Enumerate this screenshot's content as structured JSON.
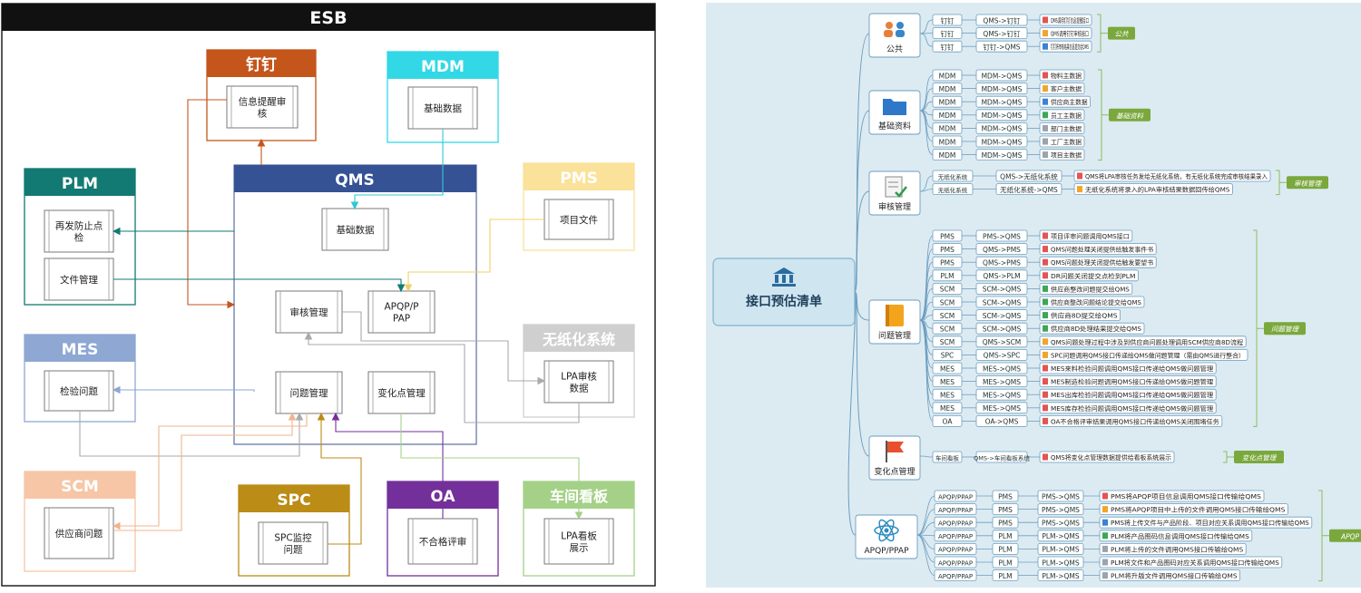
{
  "esb": {
    "title": "ESB",
    "qms": {
      "title": "QMS",
      "modules": [
        "基础数据",
        "审核管理",
        "APQP/PPAP",
        "问题管理",
        "变化点管理"
      ]
    },
    "systems": [
      {
        "id": "dingding",
        "title": "钉钉",
        "color": "#c4561c",
        "tint": "#fbe7da",
        "modules": [
          "信息提醒审核"
        ]
      },
      {
        "id": "mdm",
        "title": "MDM",
        "color": "#33d8e6",
        "tint": "#dcf7f9",
        "modules": [
          "基础数据"
        ]
      },
      {
        "id": "plm",
        "title": "PLM",
        "color": "#127a72",
        "tint": "#d6ece8",
        "modules": [
          "再发防止点检",
          "文件管理"
        ]
      },
      {
        "id": "pms",
        "title": "PMS",
        "color": "#fbe29a",
        "tint": "#fef6dd",
        "modules": [
          "项目文件"
        ]
      },
      {
        "id": "mes",
        "title": "MES",
        "color": "#8ea7d3",
        "tint": "#e6ecf6",
        "modules": [
          "检验问题"
        ]
      },
      {
        "id": "paperless",
        "title": "无纸化系统",
        "color": "#cfcfcf",
        "tint": "#f2f2f2",
        "modules": [
          "LPA审核数据"
        ]
      },
      {
        "id": "scm",
        "title": "SCM",
        "color": "#f6c6a6",
        "tint": "#fdebe0",
        "modules": [
          "供应商问题"
        ]
      },
      {
        "id": "spc",
        "title": "SPC",
        "color": "#bb8c16",
        "tint": "#f6ecd3",
        "modules": [
          "SPC监控问题"
        ]
      },
      {
        "id": "oa",
        "title": "OA",
        "color": "#74309a",
        "tint": "#ecdff3",
        "modules": [
          "不合格评审"
        ]
      },
      {
        "id": "board",
        "title": "车间看板",
        "color": "#a4d187",
        "tint": "#eaf5e2",
        "modules": [
          "LPA看板展示"
        ]
      }
    ]
  },
  "mindmap": {
    "root": "接口预估清单",
    "groups": [
      {
        "name": "公共",
        "tag": "公共",
        "icon": "people-icon",
        "rows": [
          {
            "sys": "钉钉",
            "dir": "QMS->钉钉",
            "desc": "QMS调用钉钉信息提醒接口",
            "flag": "#e35454"
          },
          {
            "sys": "钉钉",
            "dir": "QMS->钉钉",
            "desc": "QMS调用钉钉审核接口",
            "flag": "#f1a52b"
          },
          {
            "sys": "钉钉",
            "dir": "钉钉->QMS",
            "desc": "钉钉将审核结果信息提交给QMS",
            "flag": "#3b82d6"
          }
        ]
      },
      {
        "name": "基础资料",
        "tag": "基础资料",
        "icon": "folder-icon",
        "rows": [
          {
            "sys": "MDM",
            "dir": "MDM->QMS",
            "desc": "物料主数据",
            "flag": "#e35454"
          },
          {
            "sys": "MDM",
            "dir": "MDM->QMS",
            "desc": "客户主数据",
            "flag": "#f1a52b"
          },
          {
            "sys": "MDM",
            "dir": "MDM->QMS",
            "desc": "供应商主数据",
            "flag": "#3b82d6"
          },
          {
            "sys": "MDM",
            "dir": "MDM->QMS",
            "desc": "员工主数据",
            "flag": "#3aa856"
          },
          {
            "sys": "MDM",
            "dir": "MDM->QMS",
            "desc": "部门主数据",
            "flag": "#9aa4ad"
          },
          {
            "sys": "MDM",
            "dir": "MDM->QMS",
            "desc": "工厂主数据",
            "flag": "#9aa4ad"
          },
          {
            "sys": "MDM",
            "dir": "MDM->QMS",
            "desc": "项目主数据",
            "flag": "#9aa4ad"
          }
        ]
      },
      {
        "name": "审核管理",
        "tag": "审核管理",
        "icon": "checklist-icon",
        "rows": [
          {
            "sys": "无纸化系统",
            "dir": "QMS->无纸化系统",
            "desc": "QMS将LPA审核任务发给无纸化系统，有无纸化系统完成审核结果录入",
            "flag": "#e35454"
          },
          {
            "sys": "无纸化系统",
            "dir": "无纸化系统->QMS",
            "desc": "无纸化系统将录入的LPA审核结果数据回传给QMS",
            "flag": "#f1a52b"
          }
        ]
      },
      {
        "name": "问题管理",
        "tag": "问题管理",
        "icon": "notebook-icon",
        "rows": [
          {
            "sys": "PMS",
            "dir": "PMS->QMS",
            "desc": "项目评审问题调用QMS接口",
            "flag": "#e35454"
          },
          {
            "sys": "PMS",
            "dir": "QMS->PMS",
            "desc": "QMS问题处理关闭提供给触发事件书",
            "flag": "#e35454"
          },
          {
            "sys": "PMS",
            "dir": "QMS->PMS",
            "desc": "QMS问题处理关闭提供给触发要望书",
            "flag": "#e35454"
          },
          {
            "sys": "PLM",
            "dir": "QMS->PLM",
            "desc": "DR问题关闭提交点检到PLM",
            "flag": "#e35454"
          },
          {
            "sys": "SCM",
            "dir": "SCM->QMS",
            "desc": "供应商整改问题提交给QMS",
            "flag": "#3aa856"
          },
          {
            "sys": "SCM",
            "dir": "SCM->QMS",
            "desc": "供应商整改问题结论提交给QMS",
            "flag": "#3aa856"
          },
          {
            "sys": "SCM",
            "dir": "SCM->QMS",
            "desc": "供应商8D提交给QMS",
            "flag": "#3aa856"
          },
          {
            "sys": "SCM",
            "dir": "SCM->QMS",
            "desc": "供应商8D处理结果提交给QMS",
            "flag": "#3aa856"
          },
          {
            "sys": "SCM",
            "dir": "QMS->SCM",
            "desc": "QMS问题处理过程中涉及到供应商问题处理调用SCM供应商8D流程",
            "flag": "#f1a52b"
          },
          {
            "sys": "SPC",
            "dir": "QMS->SPC",
            "desc": "SPC问题调用QMS接口传递给QMS做问题管理（需由QMS进行整合）",
            "flag": "#f1a52b"
          },
          {
            "sys": "MES",
            "dir": "MES->QMS",
            "desc": "MES来料检验问题调用QMS接口传递给QMS做问题管理",
            "flag": "#e35454"
          },
          {
            "sys": "MES",
            "dir": "MES->QMS",
            "desc": "MES制造检验问题调用QMS接口传递给QMS做问题管理",
            "flag": "#e35454"
          },
          {
            "sys": "MES",
            "dir": "MES->QMS",
            "desc": "MES出库检验问题调用QMS接口传递给QMS做问题管理",
            "flag": "#e35454"
          },
          {
            "sys": "MES",
            "dir": "MES->QMS",
            "desc": "MES库存检验问题调用QMS接口传递给QMS做问题管理",
            "flag": "#e35454"
          },
          {
            "sys": "OA",
            "dir": "OA->QMS",
            "desc": "OA不合格评审结果调用QMS接口传递给QMS关闭围堵任务",
            "flag": "#e35454"
          }
        ]
      },
      {
        "name": "变化点管理",
        "tag": "变化点管理",
        "icon": "flag-icon",
        "rows": [
          {
            "sys": "车间看板",
            "dir": "QMS->车间看板系统",
            "desc": "QMS将变化点管理数据提供给看板系统展示",
            "flag": "#e35454"
          }
        ]
      },
      {
        "name": "APQP/PPAP",
        "tag": "APQP",
        "icon": "atom-icon",
        "rows": [
          {
            "sys2": "APQP/PPAP",
            "sys": "PMS",
            "dir": "PMS->QMS",
            "desc": "PMS将APQP项目信息调用QMS接口传输给QMS",
            "flag": "#e35454"
          },
          {
            "sys2": "APQP/PPAP",
            "sys": "PMS",
            "dir": "PMS->QMS",
            "desc": "PMS将APQP项目中上传的文件调用QMS接口传输给QMS",
            "flag": "#f1a52b"
          },
          {
            "sys2": "APQP/PPAP",
            "sys": "PMS",
            "dir": "PMS->QMS",
            "desc": "PMS将上传文件与产品阶段、项目对应关系调用QMS接口传输给QMS",
            "flag": "#3b82d6"
          },
          {
            "sys2": "APQP/PPAP",
            "sys": "PLM",
            "dir": "PLM->QMS",
            "desc": "PLM将产品图码信息调用QMS接口传输给QMS",
            "flag": "#3aa856"
          },
          {
            "sys2": "APQP/PPAP",
            "sys": "PLM",
            "dir": "PLM->QMS",
            "desc": "PLM将上传的文件调用QMS接口传输给QMS",
            "flag": "#9aa4ad"
          },
          {
            "sys2": "APQP/PPAP",
            "sys": "PLM",
            "dir": "PLM->QMS",
            "desc": "PLM将文件和产品图码对应关系调用QMS接口传输给QMS",
            "flag": "#9aa4ad"
          },
          {
            "sys2": "APQP/PPAP",
            "sys": "PLM",
            "dir": "PLM->QMS",
            "desc": "PLM将升版文件调用QMS接口传输给QMS",
            "flag": "#9aa4ad"
          }
        ]
      }
    ]
  }
}
